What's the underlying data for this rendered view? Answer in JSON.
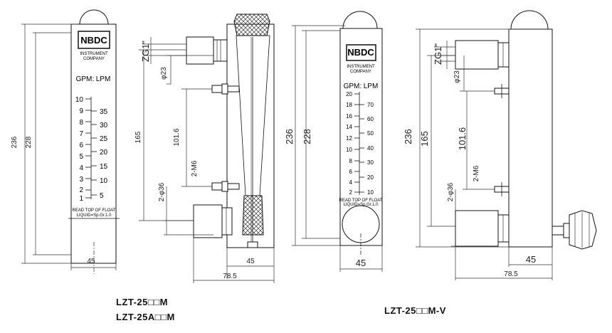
{
  "views": {
    "front1": {
      "brand": "NBDC",
      "company_line1": "INSTRUMENT",
      "company_line2": "COMPANY",
      "unit_left": "GPM",
      "unit_right": "LPM",
      "gpm_ticks": [
        "10",
        "9",
        "8",
        "7",
        "6",
        "5",
        "4",
        "3",
        "2",
        "1"
      ],
      "lpm_ticks": [
        "35",
        "30",
        "25",
        "20",
        "15",
        "10",
        "5"
      ],
      "note1": "READ TOP OF FLOAT",
      "note2": "LIQUID=Sp.Gr.1.0",
      "dim_total": "236",
      "dim_body": "228",
      "dim_width": "45"
    },
    "side1": {
      "dim_thread": "ZG1\"",
      "dim_dia": "φ23",
      "dim_bolt_spacing": "101.6",
      "dim_bolt": "2-M6",
      "dim_center": "165",
      "dim_holes": "2-φ36",
      "dim_width": "45",
      "dim_depth": "78.5"
    },
    "front2": {
      "brand": "NBDC",
      "company_line1": "INSTRUMENT",
      "company_line2": "COMPANY",
      "unit_left": "GPM",
      "unit_right": "LPM",
      "gpm_ticks": [
        "20",
        "18",
        "16",
        "14",
        "12",
        "10",
        "8",
        "6",
        "4",
        "2"
      ],
      "lpm_ticks": [
        "70",
        "60",
        "50",
        "40",
        "30",
        "20",
        "10"
      ],
      "note1": "READ TOP OF FLOAT",
      "note2": "LIQUID=Sp.Gr.1.0",
      "dim_total": "236",
      "dim_body": "228",
      "dim_width": "45"
    },
    "side2": {
      "dim_thread": "ZG1\"",
      "dim_dia": "φ23",
      "dim_bolt_spacing": "101.6",
      "dim_bolt": "2-M6",
      "dim_center": "165",
      "dim_holes": "2-φ36",
      "dim_total": "236",
      "dim_width": "45",
      "dim_depth": "78.5"
    }
  },
  "captions": {
    "model_a_line1": "LZT-25□□M",
    "model_a_line2": "LZT-25A□□M",
    "model_b": "LZT-25□□M-V"
  }
}
